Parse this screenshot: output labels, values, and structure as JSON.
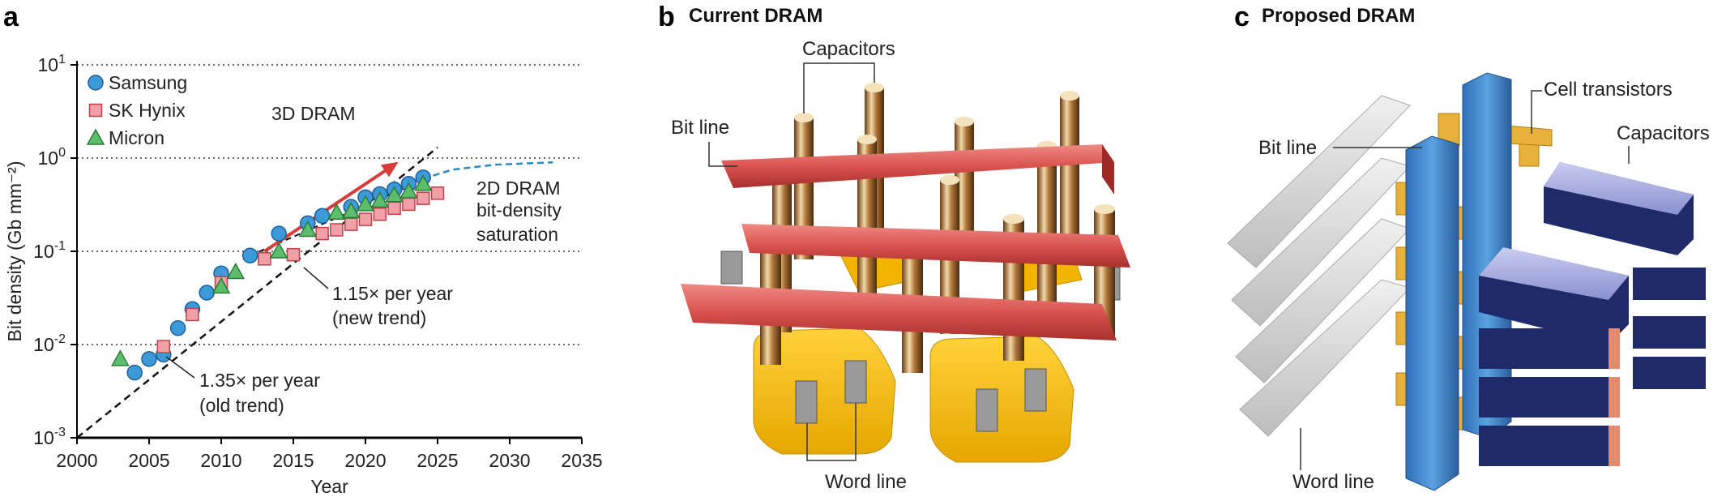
{
  "panels": {
    "a": {
      "letter": "a"
    },
    "b": {
      "letter": "b",
      "title": "Current DRAM",
      "labels": {
        "capacitors": "Capacitors",
        "bit_line": "Bit line",
        "word_line": "Word line"
      }
    },
    "c": {
      "letter": "c",
      "title": "Proposed DRAM",
      "labels": {
        "cell_transistors": "Cell transistors",
        "capacitors": "Capacitors",
        "bit_line": "Bit line",
        "word_line": "Word line"
      }
    }
  },
  "colors": {
    "samsung": "#3c9ad8",
    "sk_hynix": "#f0a0a6",
    "micron": "#5cbd6a",
    "trend_arrow": "#d93a3a",
    "saturation": "#2a8bc0",
    "bitline_b": "#d9534f",
    "blue_bar": "#4a8fd0",
    "gold": "#e8b23a",
    "navy": "#1f2a6b"
  },
  "chart_data": {
    "type": "scatter",
    "xlabel": "Year",
    "ylabel": "Bit density (Gb mm⁻²)",
    "xlim": [
      2000,
      2035
    ],
    "ylim_log10": [
      -3,
      1
    ],
    "y_scale": "log",
    "x_ticks": [
      2000,
      2005,
      2010,
      2015,
      2020,
      2025,
      2030,
      2035
    ],
    "y_ticks": [
      {
        "base": "10",
        "exp": "-3",
        "log": -3
      },
      {
        "base": "10",
        "exp": "-2",
        "log": -2
      },
      {
        "base": "10",
        "exp": "-1",
        "log": -1
      },
      {
        "base": "10",
        "exp": "0",
        "log": 0
      },
      {
        "base": "10",
        "exp": "1",
        "log": 1
      }
    ],
    "grid": "horizontal dotted at decades",
    "legend_position": "top-left",
    "series": [
      {
        "name": "Samsung",
        "marker": "circle",
        "color": "#3c9ad8",
        "points": [
          [
            2004,
            0.005
          ],
          [
            2005,
            0.007
          ],
          [
            2006,
            0.0078
          ],
          [
            2007,
            0.015
          ],
          [
            2008,
            0.024
          ],
          [
            2009,
            0.036
          ],
          [
            2010,
            0.058
          ],
          [
            2012,
            0.09
          ],
          [
            2014,
            0.155
          ],
          [
            2016,
            0.2
          ],
          [
            2017,
            0.24
          ],
          [
            2019,
            0.3
          ],
          [
            2020,
            0.38
          ],
          [
            2021,
            0.41
          ],
          [
            2022,
            0.46
          ],
          [
            2023,
            0.53
          ],
          [
            2024,
            0.62
          ]
        ]
      },
      {
        "name": "SK Hynix",
        "marker": "square",
        "color": "#f0a0a6",
        "points": [
          [
            2006,
            0.0095
          ],
          [
            2008,
            0.021
          ],
          [
            2010,
            0.046
          ],
          [
            2013,
            0.083
          ],
          [
            2015,
            0.092
          ],
          [
            2017,
            0.155
          ],
          [
            2018,
            0.17
          ],
          [
            2019,
            0.195
          ],
          [
            2020,
            0.22
          ],
          [
            2021,
            0.25
          ],
          [
            2022,
            0.29
          ],
          [
            2023,
            0.32
          ],
          [
            2024,
            0.37
          ],
          [
            2025,
            0.42
          ]
        ]
      },
      {
        "name": "Micron",
        "marker": "triangle",
        "color": "#5cbd6a",
        "points": [
          [
            2003,
            0.007
          ],
          [
            2010,
            0.042
          ],
          [
            2011,
            0.06
          ],
          [
            2014,
            0.1
          ],
          [
            2016,
            0.17
          ],
          [
            2018,
            0.26
          ],
          [
            2019,
            0.27
          ],
          [
            2020,
            0.32
          ],
          [
            2021,
            0.35
          ],
          [
            2022,
            0.4
          ],
          [
            2023,
            0.44
          ],
          [
            2024,
            0.53
          ]
        ]
      }
    ],
    "trend_lines": [
      {
        "name": "old trend",
        "label_lines": [
          "1.35× per year",
          "(old trend)"
        ],
        "style": "dashed-black",
        "points": [
          [
            2000,
            0.001
          ],
          [
            2025,
            1.3
          ]
        ]
      },
      {
        "name": "3D DRAM",
        "label_lines": [
          "3D DRAM"
        ],
        "style": "red-arrow",
        "points": [
          [
            2013,
            0.1
          ],
          [
            2022,
            0.85
          ]
        ]
      },
      {
        "name": "new trend",
        "label_lines": [
          "1.15× per year",
          "(new trend)"
        ],
        "style": "dashed-black",
        "points": [
          [
            2012,
            0.09
          ],
          [
            2024,
            0.58
          ]
        ]
      },
      {
        "name": "saturation",
        "label_lines": [
          "2D DRAM",
          "bit-density",
          "saturation"
        ],
        "style": "dashed-blue",
        "points": [
          [
            2024,
            0.6
          ],
          [
            2026,
            0.75
          ],
          [
            2029,
            0.85
          ],
          [
            2033,
            0.9
          ]
        ]
      }
    ]
  }
}
